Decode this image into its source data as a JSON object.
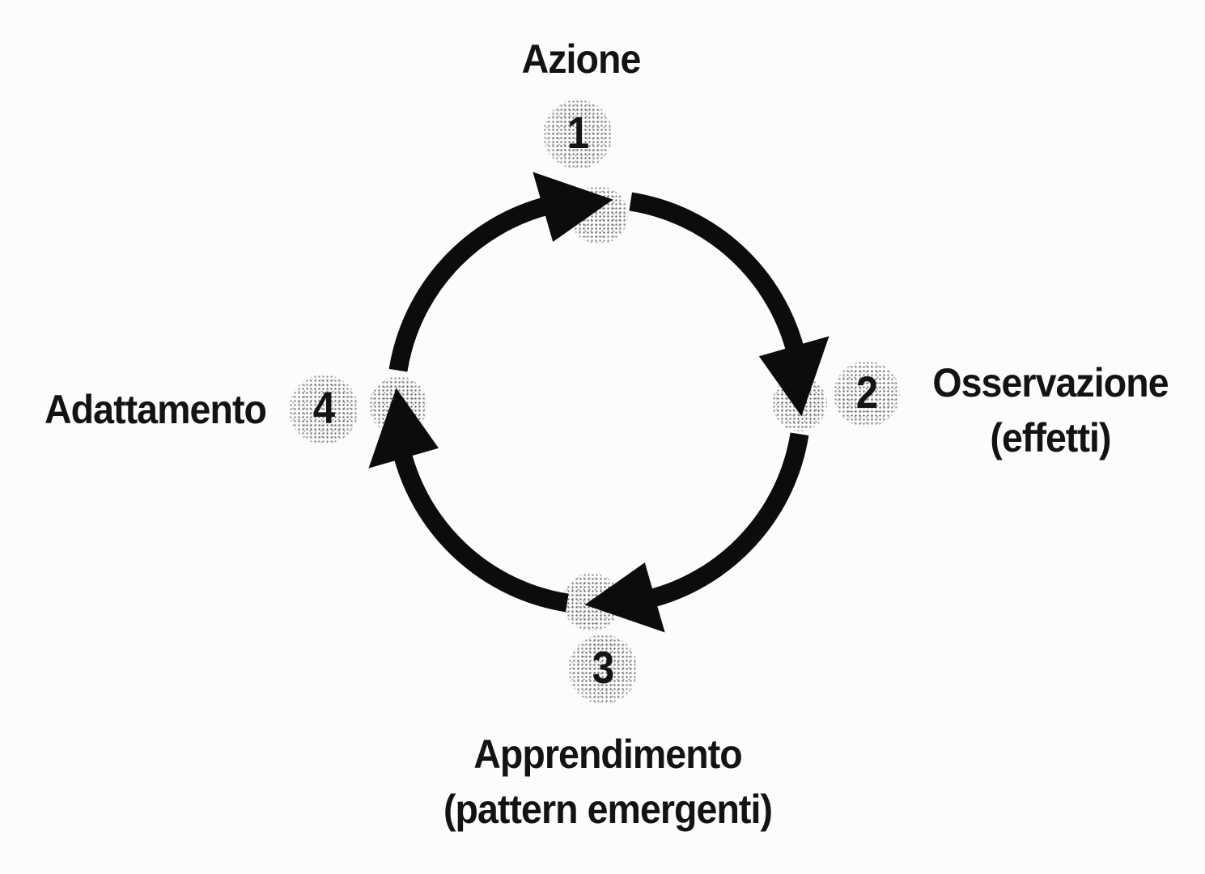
{
  "diagram": {
    "kind": "cycle",
    "direction": "clockwise",
    "steps": [
      {
        "number": "1",
        "label": "Azione",
        "sublabel": "",
        "position": "top"
      },
      {
        "number": "2",
        "label": "Osservazione",
        "sublabel": "(effetti)",
        "position": "right"
      },
      {
        "number": "3",
        "label": "Apprendimento",
        "sublabel": "(pattern emergenti)",
        "position": "bottom"
      },
      {
        "number": "4",
        "label": "Adattamento",
        "sublabel": "",
        "position": "left"
      }
    ],
    "colors": {
      "ink": "#0c0c0c",
      "stipple_dot": "#6f6f6f",
      "background": "#fcfcfb"
    }
  }
}
